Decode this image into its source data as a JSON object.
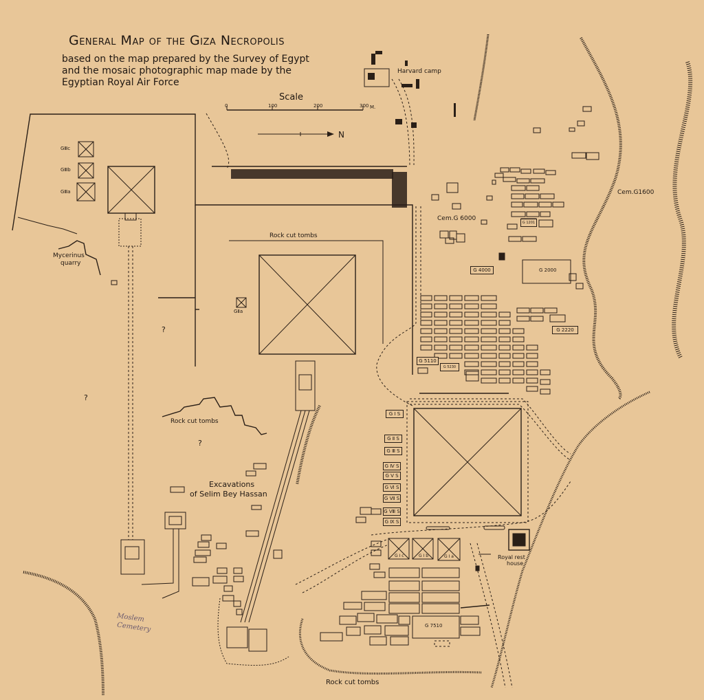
{
  "title": "General Map of the Giza Necropolis",
  "subtitle_lines": [
    "based on the map prepared by the Survey of Egypt",
    "and the mosaic photographic map made by the",
    "Egyptian Royal Air Force"
  ],
  "scale": {
    "label": "Scale",
    "ticks": [
      "0",
      "100",
      "200",
      "300"
    ],
    "unit": "M."
  },
  "north_label": "N",
  "labels": {
    "harvard_camp": "Harvard camp",
    "cem_g1600": "Cem.G1600",
    "cem_g6000": "Cem.G 6000",
    "rock_cut_tombs_top": "Rock cut tombs",
    "rock_cut_tombs_mid": "Rock cut tombs",
    "rock_cut_tombs_bottom": "Rock cut tombs",
    "mycerinus_quarry_1": "Mycerinus",
    "mycerinus_quarry_2": "quarry",
    "excavations_1": "Excavations",
    "excavations_2": "of Selim Bey Hassan",
    "royal_rest_house_1": "Royal rest",
    "royal_rest_house_2": "house",
    "g_iii_c": "GⅢc",
    "g_iii_b": "GⅢb",
    "g_iii_a": "GⅢa",
    "g_ii_a": "GⅡa",
    "g_4000": "G 4000",
    "g_2000": "G 2000",
    "g_1201": "G 1201",
    "g_2220": "G 2220",
    "g_5110": "G 5110",
    "g_5230": "G 5230",
    "g_7510": "G 7510",
    "g_1_c": "G I c",
    "g_1_b": "G I b",
    "g_1_a": "G I a",
    "g_1_s": "G I S",
    "g_ii_s": "G Ⅱ S",
    "g_iii_s": "G Ⅲ S",
    "g_iv_s": "G Ⅳ S",
    "g_v_s": "G Ⅴ S",
    "g_vi_s": "G Ⅵ S",
    "g_vii_s": "G Ⅶ S",
    "g_viii_s": "G Ⅷ S",
    "g_ix_s": "G Ⅸ S",
    "q1": "?",
    "q2": "?",
    "q3": "?",
    "handwritten_1": "Moslem",
    "handwritten_2": "Cemetery"
  },
  "colors": {
    "paper": "#e8c698",
    "ink": "#2a1f17"
  }
}
